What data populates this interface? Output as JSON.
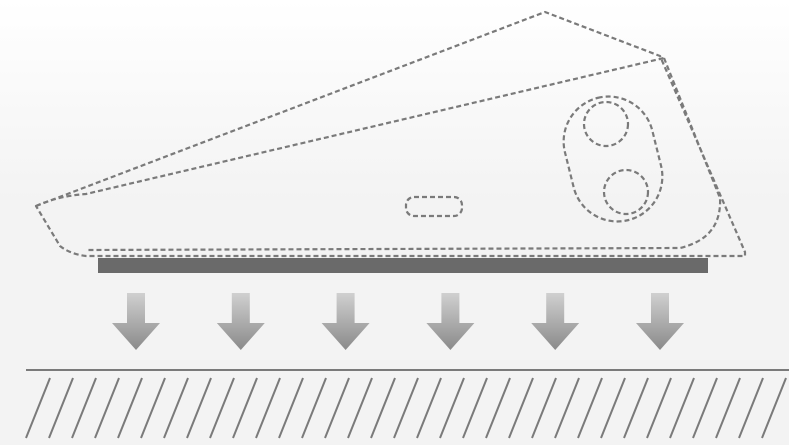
{
  "diagram": {
    "device_outline": "dashed",
    "arrow_count": 6,
    "arrow_direction": "down",
    "colors": {
      "background": "#f3f3f3",
      "outline": "#7a7a7a",
      "contact_plate": "#6a6a6a",
      "arrow_top": "#d0d0d0",
      "arrow_bottom": "#8a8a8a",
      "ground": "#7a7a7a"
    }
  }
}
